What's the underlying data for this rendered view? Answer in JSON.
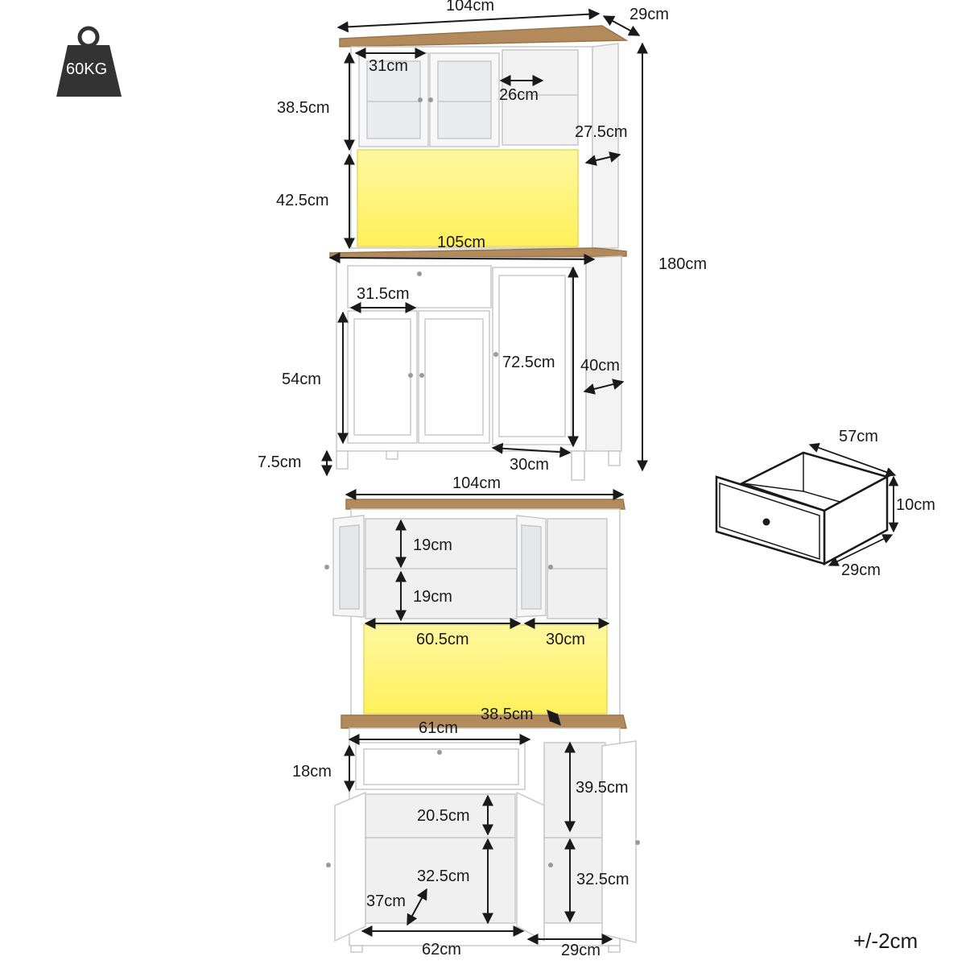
{
  "weight": {
    "label": "60KG",
    "icon": "weight-icon"
  },
  "tolerance": "+/-2cm",
  "colors": {
    "wood": "#b38a5c",
    "white": "#ffffff",
    "outline": "#cfcfcf",
    "light": "#fff37a",
    "arrow": "#1a1a1a",
    "weight": "#333333"
  },
  "front_view": {
    "dims": {
      "top_width": "104cm",
      "depth_top": "29cm",
      "glass_door_width": "31cm",
      "open_shelf_width": "26cm",
      "hutch_height": "38.5cm",
      "hutch_depth": "27.5cm",
      "lit_area_height": "42.5cm",
      "counter_width": "105cm",
      "total_height": "180cm",
      "drawer_width": "31.5cm",
      "base_door_height": "54cm",
      "side_door_height": "72.5cm",
      "base_depth": "40cm",
      "leg_height": "7.5cm",
      "side_door_width": "30cm"
    }
  },
  "open_view": {
    "dims": {
      "top_width": "104cm",
      "shelf_upper": "19cm",
      "shelf_lower": "19cm",
      "left_inner_width": "60.5cm",
      "right_inner_width": "30cm",
      "counter_depth": "38.5cm",
      "drawer_width": "61cm",
      "drawer_height": "18cm",
      "right_upper": "39.5cm",
      "shelf_top": "20.5cm",
      "shelf_bottom": "32.5cm",
      "right_lower": "32.5cm",
      "inner_depth": "37cm",
      "bottom_width_left": "62cm",
      "bottom_width_right": "29cm"
    }
  },
  "drawer": {
    "dims": {
      "depth": "57cm",
      "height": "10cm",
      "width": "29cm"
    }
  }
}
